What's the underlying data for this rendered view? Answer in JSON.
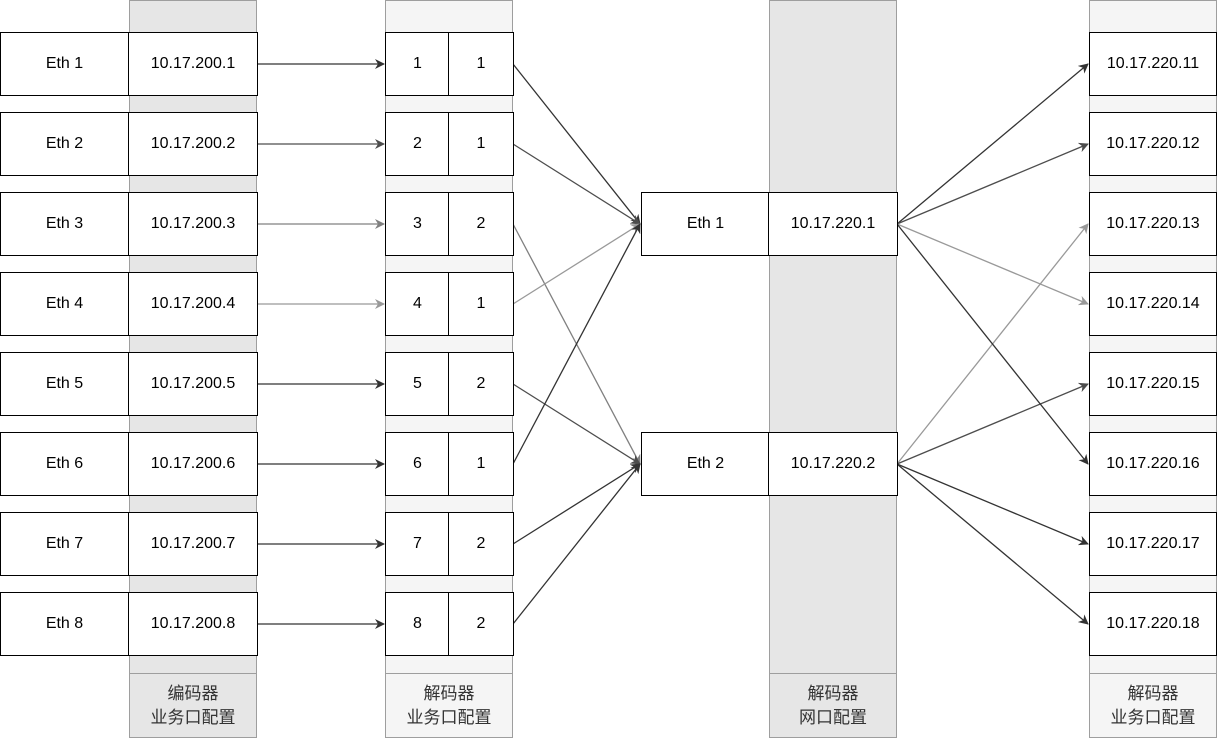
{
  "encoder": {
    "ports": [
      "Eth 1",
      "Eth 2",
      "Eth 3",
      "Eth 4",
      "Eth 5",
      "Eth 6",
      "Eth 7",
      "Eth 8"
    ],
    "ips": [
      "10.17.200.1",
      "10.17.200.2",
      "10.17.200.3",
      "10.17.200.4",
      "10.17.200.5",
      "10.17.200.6",
      "10.17.200.7",
      "10.17.200.8"
    ],
    "label_line1": "编码器",
    "label_line2": "业务口配置"
  },
  "decoder_service": {
    "channels": [
      "1",
      "2",
      "3",
      "4",
      "5",
      "6",
      "7",
      "8"
    ],
    "targets": [
      "1",
      "1",
      "2",
      "1",
      "2",
      "1",
      "2",
      "2"
    ],
    "label_line1": "解码器",
    "label_line2": "业务口配置"
  },
  "decoder_network": {
    "ports": [
      "Eth 1",
      "Eth 2"
    ],
    "ips": [
      "10.17.220.1",
      "10.17.220.2"
    ],
    "label_line1": "解码器",
    "label_line2": "网口配置"
  },
  "decoder_outputs": {
    "ips": [
      "10.17.220.11",
      "10.17.220.12",
      "10.17.220.13",
      "10.17.220.14",
      "10.17.220.15",
      "10.17.220.16",
      "10.17.220.17",
      "10.17.220.18"
    ],
    "sources": [
      "1",
      "1",
      "2",
      "1",
      "2",
      "1",
      "2",
      "2"
    ],
    "label_line1": "解码器",
    "label_line2": "业务口配置"
  },
  "colors": {
    "dark": "#333333",
    "mid": "#4d4d4d",
    "light": "#808080",
    "lighter": "#999999"
  }
}
